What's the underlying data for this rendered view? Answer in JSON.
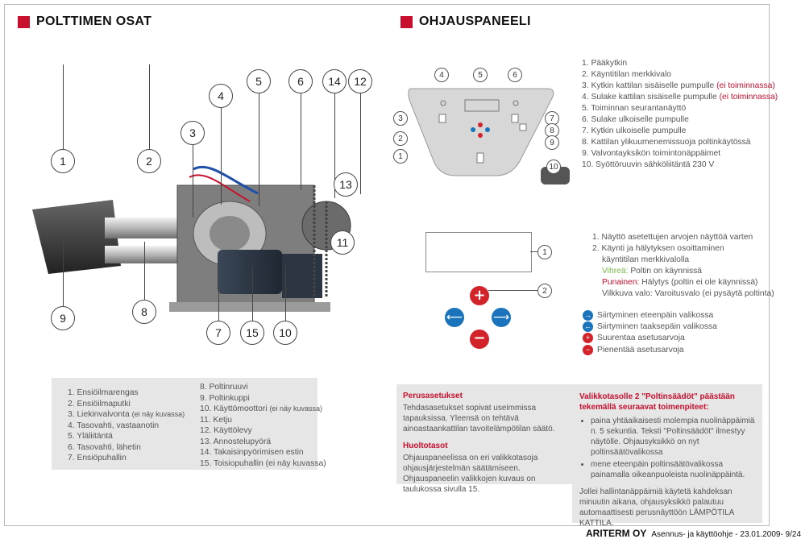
{
  "headers": {
    "left": "POLTTIMEN OSAT",
    "right": "OHJAUSPANEELI"
  },
  "burner_callouts": [
    "1",
    "2",
    "3",
    "4",
    "5",
    "6",
    "14",
    "12",
    "13",
    "11",
    "9",
    "8",
    "7",
    "15",
    "10"
  ],
  "panel_callouts": [
    "1",
    "2",
    "3",
    "4",
    "5",
    "6",
    "7",
    "8",
    "9",
    "10"
  ],
  "panel_list": [
    "1.  Pääkytkin",
    "2.  Käyntitilan merkkivalo",
    "3.  Kytkin kattilan sisäiselle pumpulle ",
    "(ei toiminnassa)",
    "4.  Sulake kattilan sisäiselle pumpulle ",
    "5.  Toiminnan seurantanäyttö",
    "6.  Sulake ulkoiselle pumpulle",
    "7.  Kytkin ulkoiselle pumpulle",
    "8.  Kattilan ylikuumenemissuoja poltinkäytössä",
    "9.  Valvontayksikön toimintonäppäimet",
    "10. Syöttöruuvin sähköliitäntä 230 V"
  ],
  "display_callouts": [
    "1",
    "2"
  ],
  "display_list": {
    "item1": "1.  Näyttö asetettujen arvojen näyttöä varten",
    "item2a": "2.  Käynti ja hälytyksen osoittaminen",
    "item2b": "käyntitilan merkkivalolla",
    "green_prefix": "Vihreä:",
    "green_text": " Poltin on käynnissä",
    "red_prefix": "Punainen:",
    "red_text": " Hälytys (poltin ei ole käynnissä)",
    "blink": "Vilkkuva valo: Varoitusvalo (ei pysäytä poltinta)"
  },
  "nav_items": [
    "Siirtyminen eteenpäin valikossa",
    "Siirtyminen taaksepäin valikossa",
    "Suurentaa asetusarvoja",
    "Pienentää asetusarvoja"
  ],
  "parts_col1": [
    "1.  Ensiöilmarengas",
    "2.  Ensiöilmaputki",
    "3.  Liekinvalvonta ",
    "4.  Tasovahti, vastaanotin",
    "5.  Yläliitäntä",
    "6.  Tasovahti, lähetin",
    "7.  Ensiöpuhallin"
  ],
  "parts_col1_note": "(ei näy kuvassa)",
  "parts_col2": [
    "8.   Poltinruuvi",
    "9.   Poltinkuppi",
    "10.  Käyttömoottori ",
    "11.  Ketju",
    "12.  Käyttölevy",
    "13.  Annostelupyörä",
    "14.  Takaisinpyörimisen estin",
    "15.  Toisiopuhallin (ei näy kuvassa)"
  ],
  "parts_col2_note": "(ei näy kuvassa)",
  "box1": {
    "h1": "Perusasetukset",
    "p1": "Tehdasasetukset sopivat useimmissa tapauksissa. Yleensä on tehtävä ainoastaankattilan tavoitelämpötilan säätö.",
    "h2": "Huoltotasot",
    "p2": "Ohjauspaneelissa on eri valikkotasoja ohjausjärjestelmän säätämiseen. Ohjauspaneelin valikkojen kuvaus on taulukossa sivulla 15."
  },
  "box2": {
    "h1": "Valikkotasolle 2 \"Poltinsäädöt\" päästään tekemällä seuraavat toimenpiteet:",
    "b1": "paina yhtäaikaisesti molempia nuolinäppäimiä n. 5 sekuntia. Teksti \"Poltinsäädöt\" ilmestyy näytölle. Ohjausyksikkö on nyt poltinsäätövalikossa",
    "b2": "mene eteenpäin poltinsäätövalikossa painamalla oikeanpuoleista nuolinäppäintä.",
    "p": "Jollei hallintanäppäimiä käytetä kahdeksan minuutin aikana, ohjausyksikkö palautuu automaattisesti perusnäyttöön LÄMPÖTILA KATTILA."
  },
  "footer": {
    "brand": "ARITERM OY",
    "text": "Asennus- ja käyttöohje - 23.01.2009- 9/24"
  },
  "colors": {
    "accent": "#c8102e",
    "box_bg": "#e6e6e6",
    "nav_blue": "#1b74bb",
    "nav_red": "#d2232a"
  }
}
